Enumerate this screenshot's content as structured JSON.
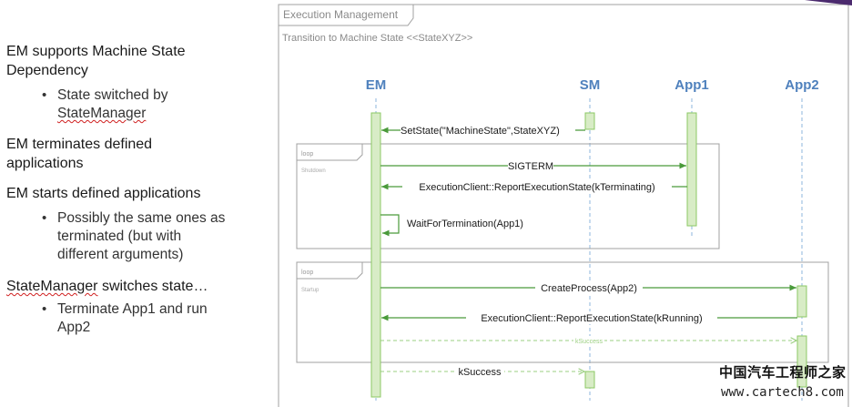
{
  "bullets": {
    "b1": {
      "pre": "EM supports Machine State",
      "line2": "Dependency"
    },
    "b1_sub": {
      "l1": "State switched by",
      "l2": "StateManager"
    },
    "b2": {
      "l1": "EM terminates defined",
      "l2": "applications"
    },
    "b3": {
      "l1": "EM starts defined applications"
    },
    "b3_sub": {
      "l1": "Possibly the same ones as",
      "l2": "terminated (but with",
      "l3": "different arguments)"
    },
    "b4": {
      "pre": "StateManager",
      "post": " switches state…"
    },
    "b4_sub": {
      "l1": "Terminate App1 and run",
      "l2": "App2"
    },
    "sub_bullet_glyph": "•"
  },
  "diagram": {
    "frame_title": "Execution Management",
    "frame_subtitle": "Transition to Machine State <<StateXYZ>>",
    "lifelines": [
      "EM",
      "SM",
      "App1",
      "App2"
    ],
    "fragments": [
      {
        "operator": "loop",
        "guard": "Shutdown"
      },
      {
        "operator": "loop",
        "guard": "Startup"
      }
    ],
    "messages": {
      "set_state": "SetState(\"MachineState\",StateXYZ)",
      "sigterm": "SIGTERM",
      "report_terminating": "ExecutionClient::ReportExecutionState(kTerminating)",
      "wait": "WaitForTermination(App1)",
      "create_process": "CreateProcess(App2)",
      "report_running": "ExecutionClient::ReportExecutionState(kRunning)",
      "ksuccess_small": "kSuccess",
      "ksuccess": "kSuccess"
    }
  },
  "watermark": {
    "cn": "中国汽车工程师之家",
    "url": "www.cartech8.com"
  },
  "colors": {
    "lifeline_label": "#4f81bd",
    "activation_fill": "#d8ecc6",
    "activation_stroke": "#8cc864",
    "message_line": "#4a9a3a",
    "frame_line": "#a0a0a0"
  }
}
